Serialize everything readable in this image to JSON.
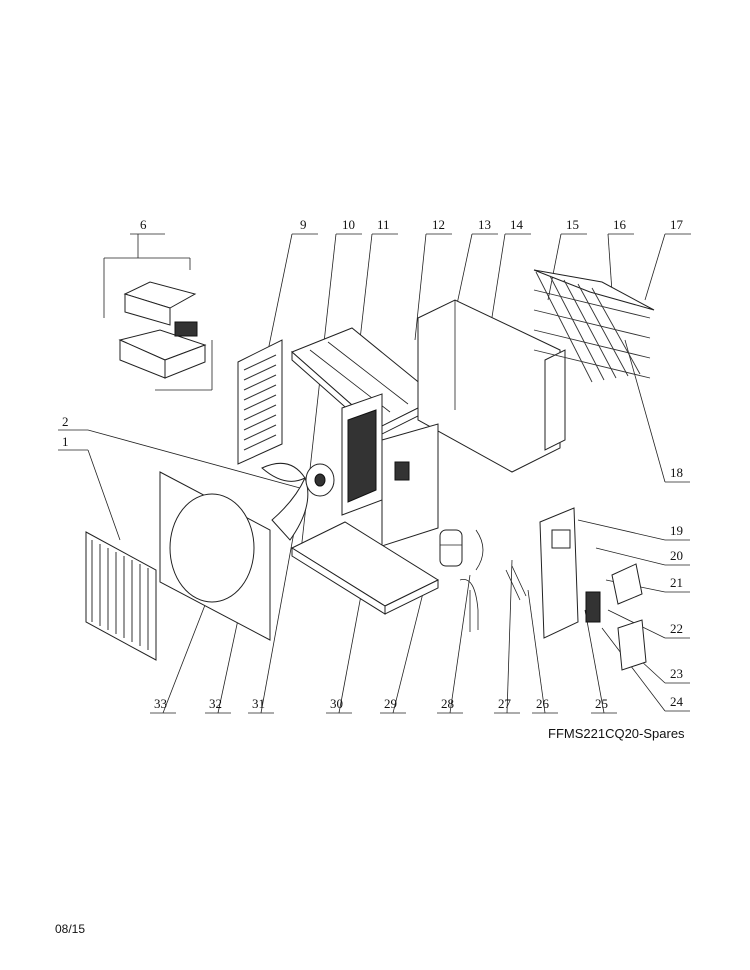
{
  "diagram": {
    "callouts_top": [
      "6",
      "9",
      "10",
      "11",
      "12",
      "13",
      "14",
      "15",
      "16",
      "17"
    ],
    "callouts_left": [
      "2",
      "1"
    ],
    "callouts_right": [
      "18",
      "19",
      "20",
      "21",
      "22",
      "23",
      "24"
    ],
    "callouts_bottom": [
      "33",
      "32",
      "31",
      "30",
      "29",
      "28",
      "27",
      "26",
      "25"
    ]
  },
  "caption": "FFMS221CQ20-Spares",
  "date_code": "08/15"
}
